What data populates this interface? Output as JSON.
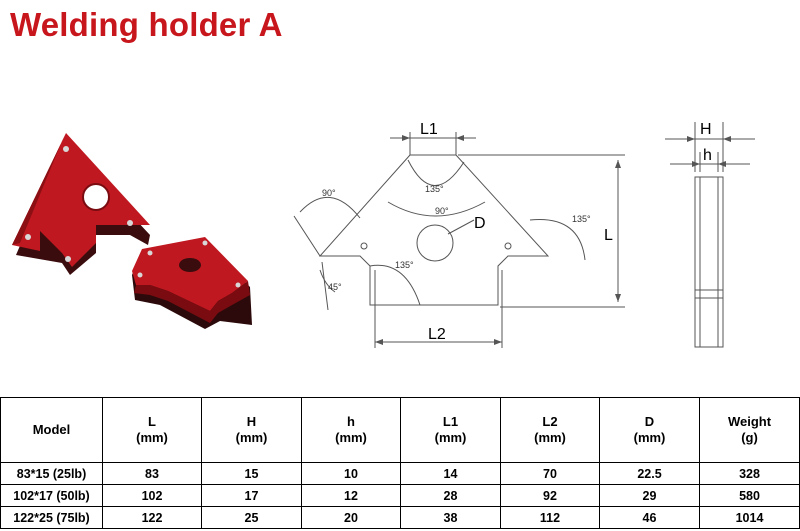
{
  "page": {
    "title": "Welding holder A"
  },
  "drawing": {
    "labels": {
      "L1": "L1",
      "L2": "L2",
      "L": "L",
      "D": "D",
      "H": "H",
      "h": "h"
    },
    "angles": {
      "a90_left": "90°",
      "a135_top": "135°",
      "a90_mid": "90°",
      "a135_right": "135°",
      "a135_bottom": "135°",
      "a45": "45°"
    }
  },
  "table": {
    "headers": [
      {
        "name": "Model",
        "unit": ""
      },
      {
        "name": "L",
        "unit": "(mm)"
      },
      {
        "name": "H",
        "unit": "(mm)"
      },
      {
        "name": "h",
        "unit": "(mm)"
      },
      {
        "name": "L1",
        "unit": "(mm)"
      },
      {
        "name": "L2",
        "unit": "(mm)"
      },
      {
        "name": "D",
        "unit": "(mm)"
      },
      {
        "name": "Weight",
        "unit": "(g)"
      }
    ],
    "rows": [
      [
        "83*15 (25lb)",
        "83",
        "15",
        "10",
        "14",
        "70",
        "22.5",
        "328"
      ],
      [
        "102*17 (50lb)",
        "102",
        "17",
        "12",
        "28",
        "92",
        "29",
        "580"
      ],
      [
        "122*25 (75lb)",
        "122",
        "25",
        "20",
        "38",
        "112",
        "46",
        "1014"
      ]
    ]
  },
  "colors": {
    "title": "#c8161d",
    "magnet_red": "#b3141b",
    "magnet_dark": "#3a0c0e"
  }
}
